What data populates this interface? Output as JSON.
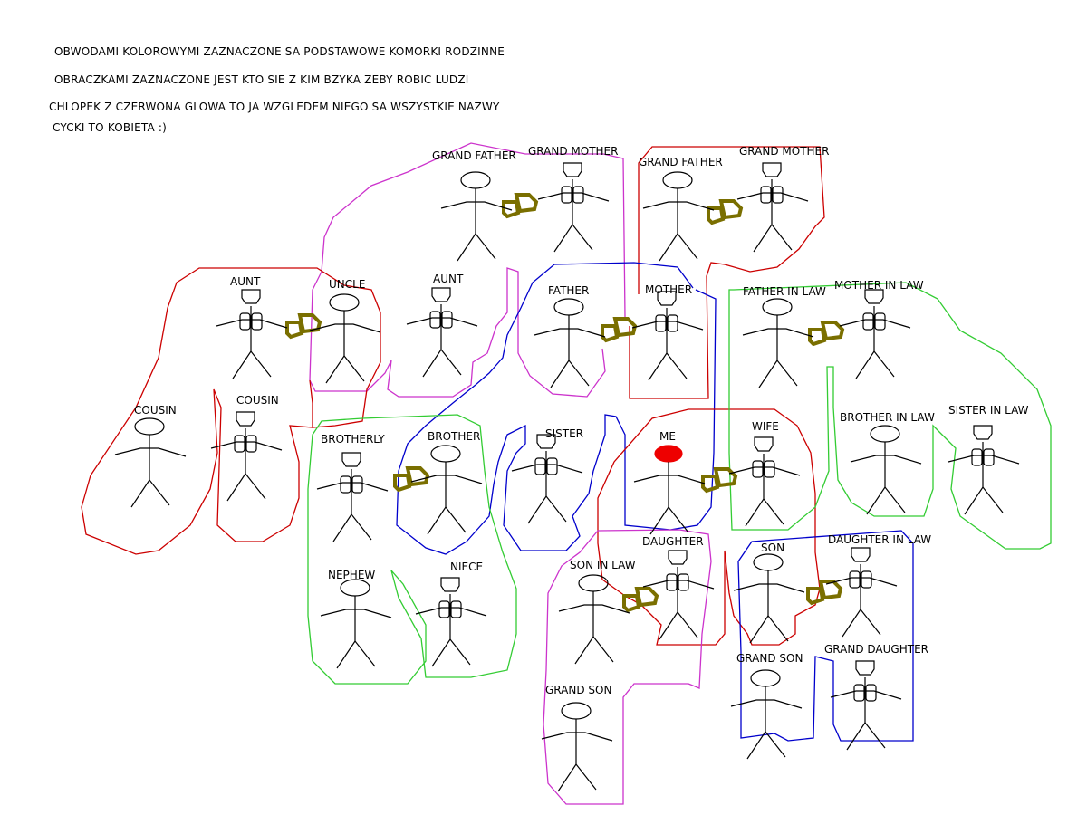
{
  "notes": [
    "OBWODAMI KOLOROWYMI ZAZNACZONE SA PODSTAWOWE KOMORKI RODZINNE",
    "OBRACZKAMI ZAZNACZONE JEST KTO SIE Z KIM BZYKA ZEBY ROBIC LUDZI",
    "CHLOPEK Z CZERWONA GLOWA TO JA WZGLEDEM NIEGO SA WSZYSTKIE NAZWY",
    "CYCKI TO KOBIETA :)"
  ],
  "people": [
    {
      "label": "GRAND FATHER",
      "gender": "male"
    },
    {
      "label": "GRAND MOTHER",
      "gender": "female"
    },
    {
      "label": "GRAND FATHER",
      "gender": "male"
    },
    {
      "label": "GRAND MOTHER",
      "gender": "female"
    },
    {
      "label": "AUNT",
      "gender": "female"
    },
    {
      "label": "UNCLE",
      "gender": "male"
    },
    {
      "label": "AUNT",
      "gender": "female"
    },
    {
      "label": "FATHER",
      "gender": "male"
    },
    {
      "label": "MOTHER",
      "gender": "female"
    },
    {
      "label": "FATHER IN LAW",
      "gender": "male"
    },
    {
      "label": "MOTHER IN LAW",
      "gender": "female"
    },
    {
      "label": "COUSIN",
      "gender": "male"
    },
    {
      "label": "COUSIN",
      "gender": "female"
    },
    {
      "label": "BROTHERLY",
      "gender": "female"
    },
    {
      "label": "BROTHER",
      "gender": "male"
    },
    {
      "label": "SISTER",
      "gender": "female"
    },
    {
      "label": "ME",
      "gender": "male",
      "highlight": true
    },
    {
      "label": "WIFE",
      "gender": "female"
    },
    {
      "label": "BROTHER IN LAW",
      "gender": "male"
    },
    {
      "label": "SISTER IN LAW",
      "gender": "female"
    },
    {
      "label": "NEPHEW",
      "gender": "male"
    },
    {
      "label": "NIECE",
      "gender": "female"
    },
    {
      "label": "SON IN LAW",
      "gender": "male"
    },
    {
      "label": "DAUGHTER",
      "gender": "female"
    },
    {
      "label": "SON",
      "gender": "male"
    },
    {
      "label": "DAUGHTER IN LAW",
      "gender": "female"
    },
    {
      "label": "GRAND SON",
      "gender": "male"
    },
    {
      "label": "GRAND DAUGHTER",
      "gender": "female"
    },
    {
      "label": "GRAND SON",
      "gender": "male"
    }
  ],
  "colors": {
    "red": "#cc0000",
    "magenta": "#cc33cc",
    "blue": "#0000cc",
    "green": "#33cc33",
    "ring": "#7a6f00",
    "me_head": "#ee0000"
  }
}
